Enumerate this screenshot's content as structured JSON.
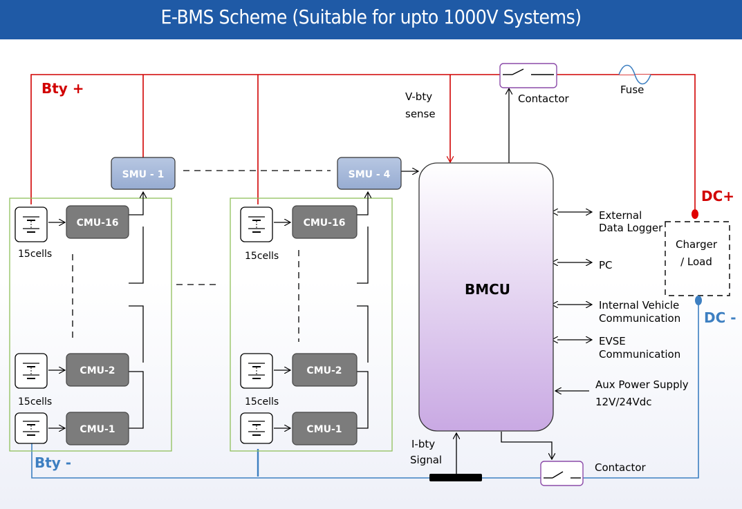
{
  "title": "E-BMS Scheme (Suitable for upto 1000V Systems)",
  "colors": {
    "header": "#1f5aa6",
    "positive": "#d10000",
    "negative": "#3d7fc1",
    "module_border": "#8fbf5a",
    "contactor": "#8b4aa8"
  },
  "terminals": {
    "bty_pos": "Bty +",
    "bty_neg": "Bty -",
    "dc_pos": "DC+",
    "dc_neg": "DC -"
  },
  "smu": {
    "left": "SMU - 1",
    "right": "SMU - 4"
  },
  "cmu": {
    "top": "CMU-16",
    "mid": "CMU-2",
    "bot": "CMU-1"
  },
  "cells_label": "15cells",
  "bmcu": "BMCU",
  "vbty": {
    "line1": "V-bty",
    "line2": "sense"
  },
  "ibty": {
    "line1": "I-bty",
    "line2": "Signal"
  },
  "contactor_label": "Contactor",
  "fuse_label": "Fuse",
  "load": {
    "line1": "Charger",
    "line2": "/ Load"
  },
  "interfaces": {
    "ext_logger_1": "External",
    "ext_logger_2": "Data Logger",
    "pc": "PC",
    "ivc_1": "Internal Vehicle",
    "ivc_2": "Communication",
    "evse_1": "EVSE",
    "evse_2": "Communication",
    "aux_1": "Aux Power Supply",
    "aux_2": "12V/24Vdc"
  }
}
